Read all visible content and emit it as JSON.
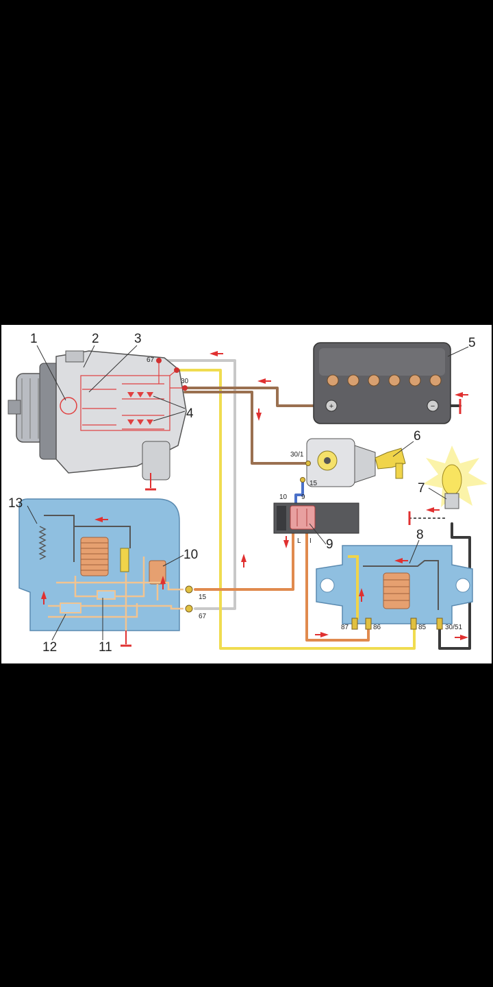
{
  "colors": {
    "frame_background": "#000000",
    "diagram_background": "#ffffff",
    "wire_yellow": "#f0dc50",
    "wire_gray": "#c8c8c8",
    "wire_brown": "#9a7050",
    "wire_orange": "#e08a4e",
    "wire_black": "#3a3a3a",
    "regulator_body": "#8fbfe0",
    "circuit_red": "#e04040",
    "arrow_red": "#e03030"
  },
  "callouts": [
    "1",
    "2",
    "3",
    "4",
    "5",
    "6",
    "7",
    "8",
    "9",
    "10",
    "11",
    "12",
    "13"
  ],
  "terminals": {
    "alt_67": "67",
    "alt_30": "30",
    "switch_30_1": "30/1",
    "switch_15": "15",
    "block_10": "10",
    "block_9": "9",
    "block_L": "L",
    "block_I": "I",
    "reg_15": "15",
    "reg_67": "67",
    "relay_87": "87",
    "relay_86": "86",
    "relay_85": "85",
    "relay_30_51": "30/51"
  },
  "battery_terminals": {
    "plus": "+",
    "minus": "−"
  }
}
